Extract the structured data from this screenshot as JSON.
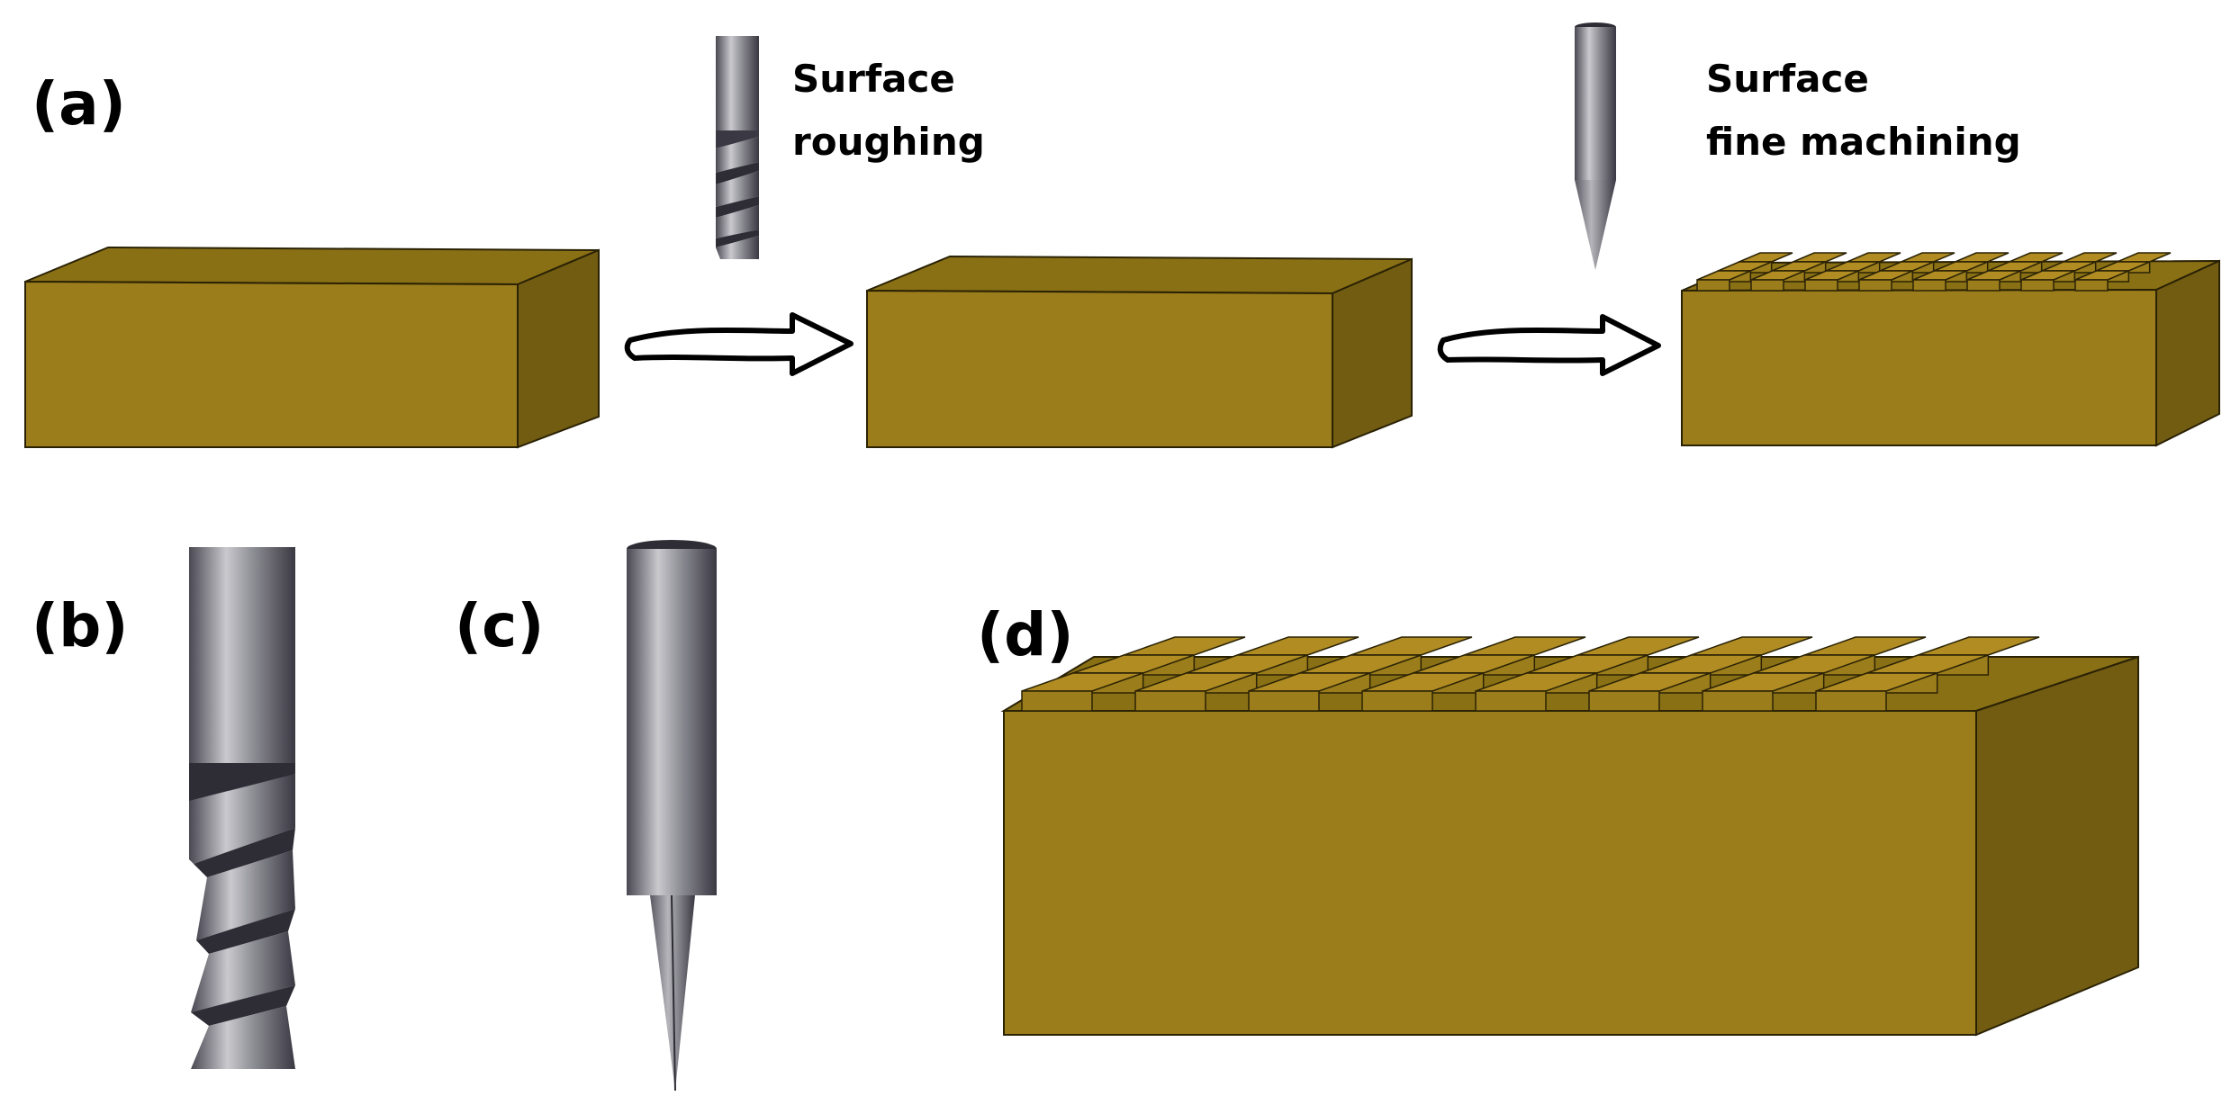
{
  "labels": {
    "a": "(a)",
    "b": "(b)",
    "c": "(c)",
    "d": "(d)"
  },
  "steps": {
    "roughing": {
      "line1": "Surface",
      "line2": "roughing"
    },
    "fine": {
      "line1": "Surface",
      "line2": "fine machining"
    }
  },
  "colors": {
    "block_front": "#9B7D1B",
    "block_top": "#8A7015",
    "block_side": "#725C12",
    "tool_dark": "#3c3a44",
    "tool_mid": "#8a8a90",
    "tool_light": "#c8c8cc",
    "arrow_stroke": "#000000",
    "arrow_fill": "#ffffff"
  },
  "icons": {
    "roughing_tool": "helical-milling-cutter-icon",
    "fine_tool": "tapered-engraving-tool-icon",
    "arrow": "process-arrow-icon"
  }
}
